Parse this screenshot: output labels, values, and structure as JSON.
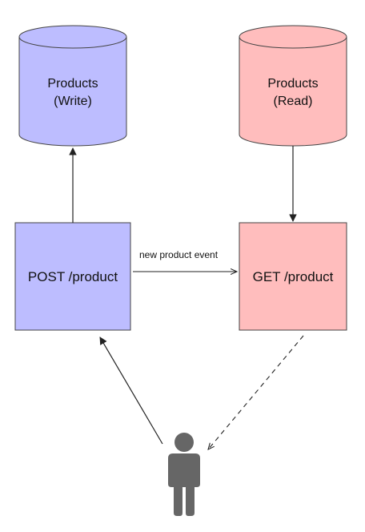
{
  "nodes": {
    "write_db": {
      "line1": "Products",
      "line2": "(Write)",
      "fill": "#BDBDFF"
    },
    "read_db": {
      "line1": "Products",
      "line2": "(Read)",
      "fill": "#FFBDBD"
    },
    "post_service": {
      "label": "POST /product",
      "fill": "#BDBDFF"
    },
    "get_service": {
      "label": "GET /product",
      "fill": "#FFBDBD"
    },
    "user": {
      "icon": "person-icon",
      "fill": "#666666"
    }
  },
  "edges": {
    "event": {
      "label": "new product event"
    }
  },
  "colors": {
    "stroke": "#333333"
  }
}
